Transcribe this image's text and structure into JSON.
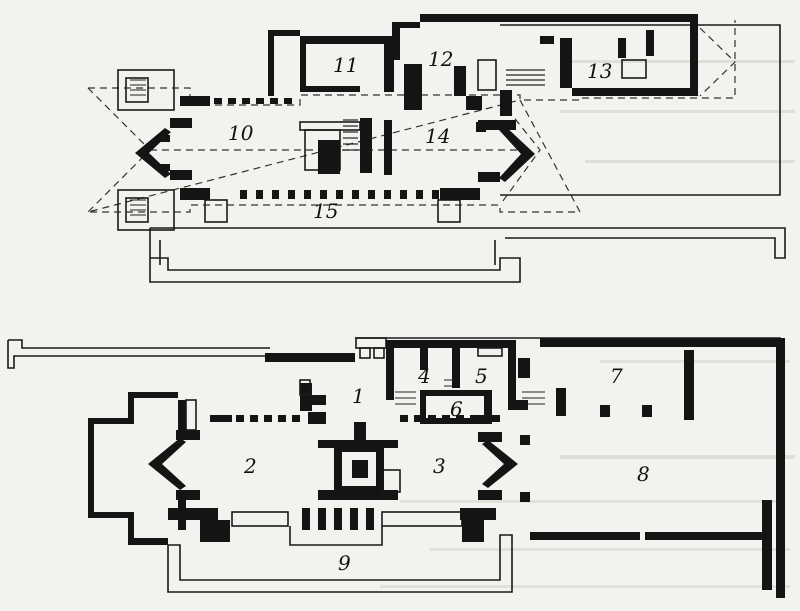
{
  "upper_plan": {
    "rooms": [
      {
        "id": "room-10",
        "label": "10"
      },
      {
        "id": "room-11",
        "label": "11"
      },
      {
        "id": "room-12",
        "label": "12"
      },
      {
        "id": "room-13",
        "label": "13"
      },
      {
        "id": "room-14",
        "label": "14"
      },
      {
        "id": "room-15",
        "label": "15"
      }
    ]
  },
  "lower_plan": {
    "rooms": [
      {
        "id": "room-1",
        "label": "1"
      },
      {
        "id": "room-2",
        "label": "2"
      },
      {
        "id": "room-3",
        "label": "3"
      },
      {
        "id": "room-4",
        "label": "4"
      },
      {
        "id": "room-5",
        "label": "5"
      },
      {
        "id": "room-6",
        "label": "6"
      },
      {
        "id": "room-7",
        "label": "7"
      },
      {
        "id": "room-8",
        "label": "8"
      },
      {
        "id": "room-9",
        "label": "9"
      }
    ]
  },
  "colors": {
    "ink": "#141414",
    "paper": "#f3f2ee"
  }
}
